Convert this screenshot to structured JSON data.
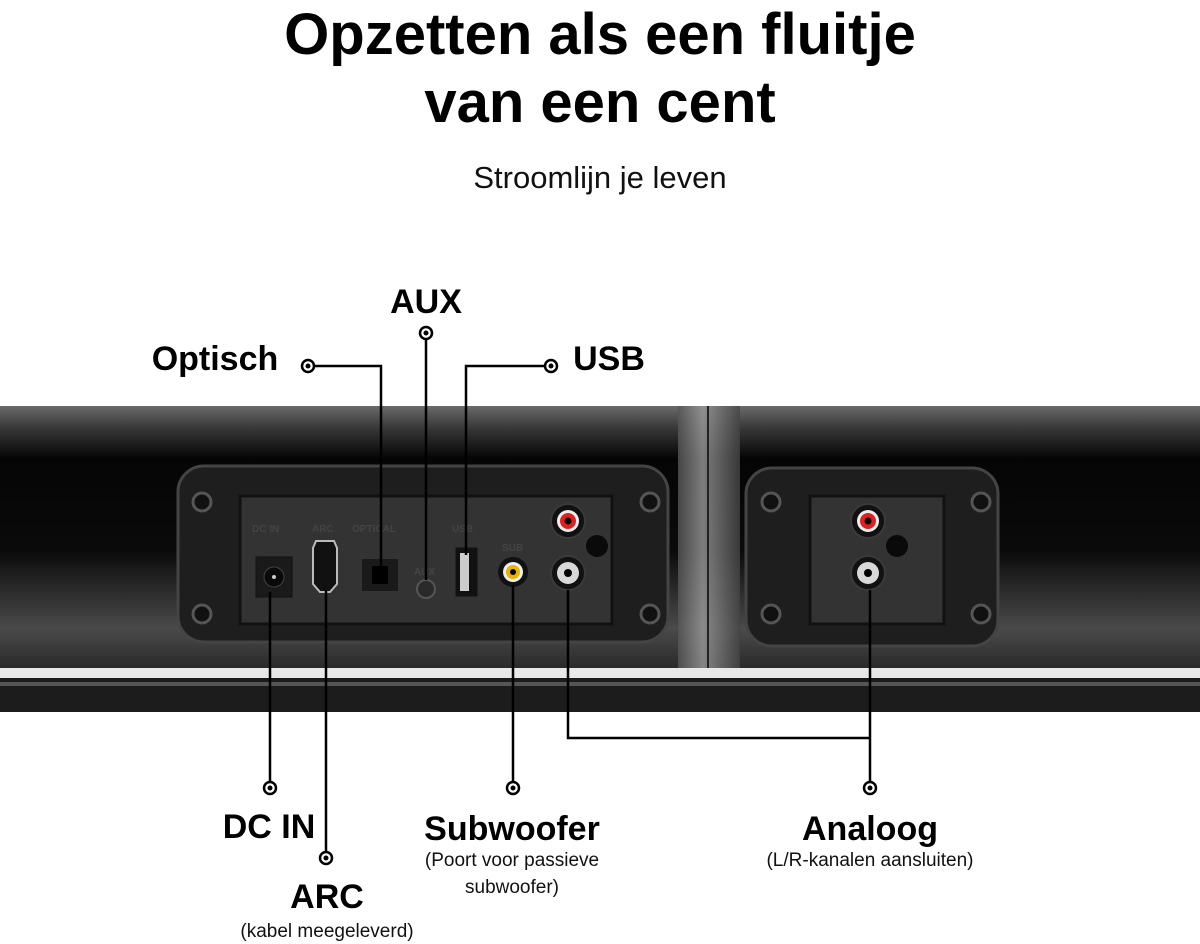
{
  "heading": {
    "line1": "Opzetten als een fluitje",
    "line2": "van een cent",
    "subtitle": "Stroomlijn je leven"
  },
  "callouts": {
    "optical": {
      "label": "Optisch"
    },
    "aux": {
      "label": "AUX"
    },
    "usb": {
      "label": "USB"
    },
    "dc_in": {
      "label": "DC IN"
    },
    "arc": {
      "label": "ARC",
      "note": "(kabel meegeleverd)"
    },
    "subwoofer": {
      "label": "Subwoofer",
      "note_line1": "(Poort voor passieve",
      "note_line2": "subwoofer)"
    },
    "analog": {
      "label": "Analoog",
      "note": "(L/R-kanalen aansluiten)"
    }
  },
  "panel_port_labels": {
    "dc_in": "DC IN",
    "arc": "ARC",
    "optical": "OPTICAL",
    "aux": "AUX",
    "usb": "USB",
    "sub": "SUB"
  },
  "colors": {
    "rca_red": "#e02020",
    "rca_white": "#d8d8d8",
    "rca_yellow": "#e8b400",
    "device_body": "#1a1a1a"
  }
}
